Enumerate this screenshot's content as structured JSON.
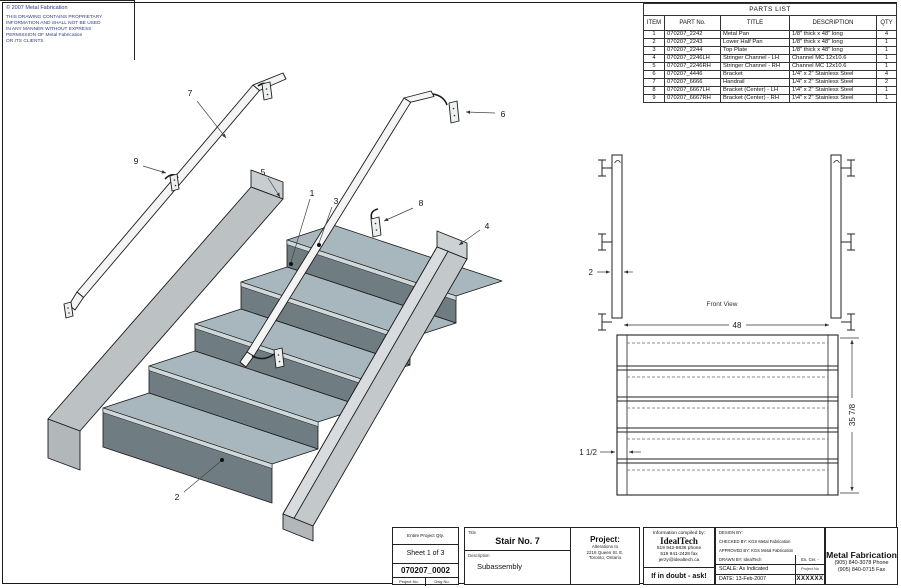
{
  "parts_list": {
    "title": "PARTS LIST",
    "columns": [
      "ITEM",
      "PART No.",
      "TITLE",
      "DESCRIPTION",
      "QTY"
    ],
    "rows": [
      [
        "1",
        "070207_2242",
        "Metal Pan",
        "1/8\" thick x 48\" long",
        "4"
      ],
      [
        "2",
        "070207_2243",
        "Lower Half Pan",
        "1/8\" thick x 48\" long",
        "1"
      ],
      [
        "3",
        "070207_2244",
        "Top Plate",
        "1/8\" thick x 48\" long",
        "1"
      ],
      [
        "4",
        "070207_2246LH",
        "Stringer Channel - LH",
        "Channel MC 12x10.6",
        "1"
      ],
      [
        "5",
        "070207_2246RH",
        "Stringer Channel - RH",
        "Channel MC 12x10.6",
        "1"
      ],
      [
        "6",
        "070207_4446",
        "Bracket",
        "1/4\" x 2\" Stainless Steel",
        "4"
      ],
      [
        "7",
        "070207_6666",
        "Handrail",
        "1/4\" x 2\" Stainless Steel",
        "2"
      ],
      [
        "8",
        "070207_6667LH",
        "Bracket (Center) - LH",
        "1\\4\" x 2\" Stainless Steel",
        "1"
      ],
      [
        "9",
        "070207_6667RH",
        "Bracket (Center) - RH",
        "1\\4\" x 2\" Stainless Steel",
        "1"
      ]
    ]
  },
  "isometric": {
    "balloons": [
      "1",
      "2",
      "3",
      "4",
      "5",
      "6",
      "7",
      "8",
      "9"
    ]
  },
  "front_view": {
    "caption": "Front View",
    "width_dim": "48",
    "height_dim": "35 7/8",
    "post_dim": "2",
    "flange_dim": "1 1/2"
  },
  "title_block": {
    "qty_label": "Entire Project Qty.",
    "sheet": "Sheet 1 of 3",
    "drawing_number": "070207_0002",
    "project_no_label": "Project No.",
    "dwg_no_label": "Dwg No.",
    "title_label": "Title",
    "title": "Stair No. 7",
    "description_label": "Description",
    "description": "Subassembly",
    "project_label": "Project:",
    "project_lines": [
      "Alterations to",
      "2216 Queen St. E.",
      "Toronto, Ontario"
    ],
    "info_label": "Information compiled by:",
    "info_company": "IdealTech",
    "info_phone": "519 942-9836 phone",
    "info_fax": "519 941-2428 fax",
    "info_email": "jerzy@idealtech.ca",
    "motto": "If in doubt - ask!",
    "design_by": "DESIGN BY:",
    "checked_by": "CHECKED BY:  KGS Metal Fabrication",
    "approved_by": "APPROVED BY:  KGS Metal Fabrication",
    "drawn_by": "DRAWN BY:  IdealTech",
    "en_cer": "En. Cer. -",
    "scale_label": "SCALE:   As Indicated",
    "project_no_small": "Project No",
    "project_no_value": "XXXXXX",
    "date_label": "DATE:   13-Feb-2007",
    "company": "Metal Fabrication",
    "company_phone": "(905) 840-3078 Phone",
    "company_fax": "(905) 840-0715 Fax"
  },
  "copyright": {
    "line1": "©  2007        Metal Fabrication",
    "notice_lines": [
      "THIS DRAWING CONTAINS PROPRIETARY",
      "INFORMATION AND SHALL NOT BE USED",
      "IN ANY MANNER WITHOUT EXPRESS",
      "PERMISSION OF        Metal Fabrication",
      "OR ITS CLIENTS"
    ]
  },
  "colors": {
    "tread": "#a8b7be",
    "riser": "#6f7c82",
    "nose": "#cfd8da",
    "stringer": "#bcc1c4",
    "handrail": "#f4f4f4",
    "line": "#1a1a1a",
    "notice_blue": "#2e3d7c"
  }
}
